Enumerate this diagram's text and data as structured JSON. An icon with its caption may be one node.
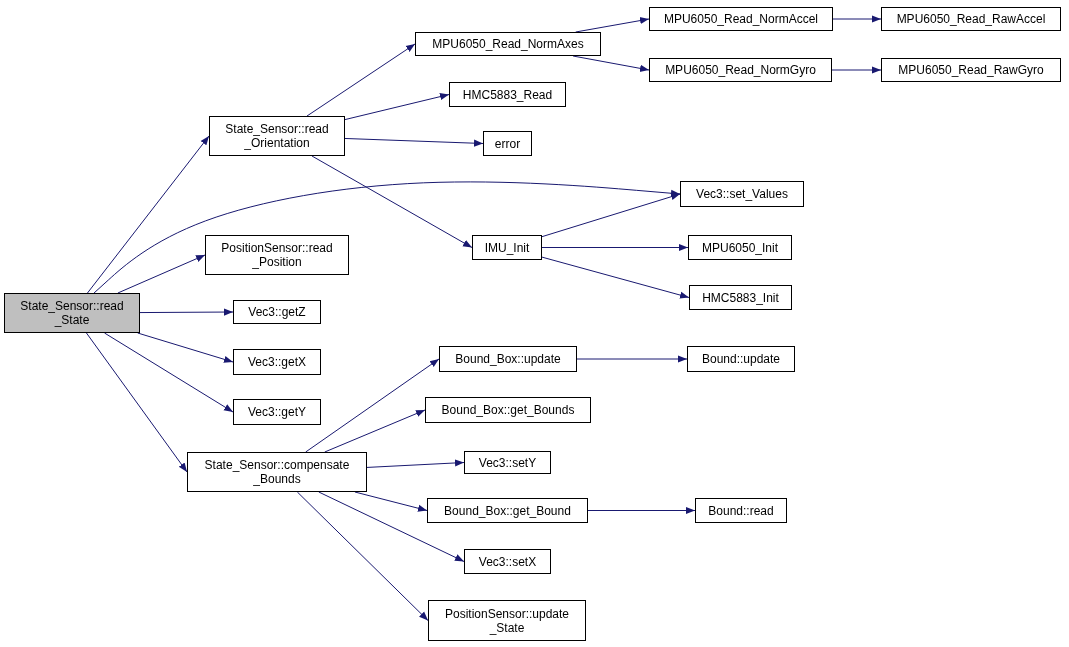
{
  "diagram": {
    "nodes": [
      {
        "text": [
          "State_Sensor::read _State"
        ]
      },
      {
        "text": [
          "State_Sensor::read _Orientation"
        ]
      },
      {
        "text": [
          "MPU6050_Read_NormAxes"
        ]
      },
      {
        "text": [
          "MPU6050_Read_NormAccel"
        ]
      },
      {
        "text": [
          "MPU6050_Read_RawAccel"
        ]
      },
      {
        "text": [
          "MPU6050_Read_NormGyro"
        ]
      },
      {
        "text": [
          "MPU6050_Read_RawGyro"
        ]
      },
      {
        "text": [
          "HMC5883_Read"
        ]
      },
      {
        "text": [
          "error"
        ]
      },
      {
        "text": [
          "Vec3::set_Values"
        ]
      },
      {
        "text": [
          "PositionSensor::read _Position"
        ]
      },
      {
        "text": [
          "IMU_Init"
        ]
      },
      {
        "text": [
          "MPU6050_Init"
        ]
      },
      {
        "text": [
          "HMC5883_Init"
        ]
      },
      {
        "text": [
          "Vec3::getZ"
        ]
      },
      {
        "text": [
          "Vec3::getX"
        ]
      },
      {
        "text": [
          "Vec3::getY"
        ]
      },
      {
        "text": [
          "Bound_Box::update"
        ]
      },
      {
        "text": [
          "Bound::update"
        ]
      },
      {
        "text": [
          "Bound_Box::get_Bounds"
        ]
      },
      {
        "text": [
          "State_Sensor::compensate _Bounds"
        ]
      },
      {
        "text": [
          "Vec3::setY"
        ]
      },
      {
        "text": [
          "Bound_Box::get_Bound"
        ]
      },
      {
        "text": [
          "Bound::read"
        ]
      },
      {
        "text": [
          "Vec3::setX"
        ]
      },
      {
        "text": [
          "PositionSensor::update _State"
        ]
      }
    ],
    "edges": [
      {
        "from": 0,
        "to": 1,
        "arrow": "to"
      },
      {
        "from": 0,
        "to": 9,
        "arrow": "to"
      },
      {
        "from": 0,
        "to": 10,
        "arrow": "to"
      },
      {
        "from": 0,
        "to": 14,
        "arrow": "to"
      },
      {
        "from": 0,
        "to": 15,
        "arrow": "to"
      },
      {
        "from": 0,
        "to": 16,
        "arrow": "to"
      },
      {
        "from": 0,
        "to": 20,
        "arrow": "to"
      },
      {
        "from": 1,
        "to": 2,
        "arrow": "to"
      },
      {
        "from": 1,
        "to": 7,
        "arrow": "to"
      },
      {
        "from": 1,
        "to": 8,
        "arrow": "to"
      },
      {
        "from": 1,
        "to": 11,
        "arrow": "to"
      },
      {
        "from": 2,
        "to": 3,
        "arrow": "to"
      },
      {
        "from": 2,
        "to": 5,
        "arrow": "to"
      },
      {
        "from": 3,
        "to": 4,
        "arrow": "to"
      },
      {
        "from": 5,
        "to": 6,
        "arrow": "to"
      },
      {
        "from": 11,
        "to": 9,
        "arrow": "to"
      },
      {
        "from": 11,
        "to": 12,
        "arrow": "to"
      },
      {
        "from": 11,
        "to": 13,
        "arrow": "to"
      },
      {
        "from": 20,
        "to": 17,
        "arrow": "to"
      },
      {
        "from": 20,
        "to": 19,
        "arrow": "to"
      },
      {
        "from": 20,
        "to": 21,
        "arrow": "to"
      },
      {
        "from": 20,
        "to": 22,
        "arrow": "to"
      },
      {
        "from": 20,
        "to": 24,
        "arrow": "to"
      },
      {
        "from": 20,
        "to": 25,
        "arrow": "to"
      },
      {
        "from": 17,
        "to": 18,
        "arrow": "to"
      },
      {
        "from": 22,
        "to": 23,
        "arrow": "to"
      }
    ]
  }
}
